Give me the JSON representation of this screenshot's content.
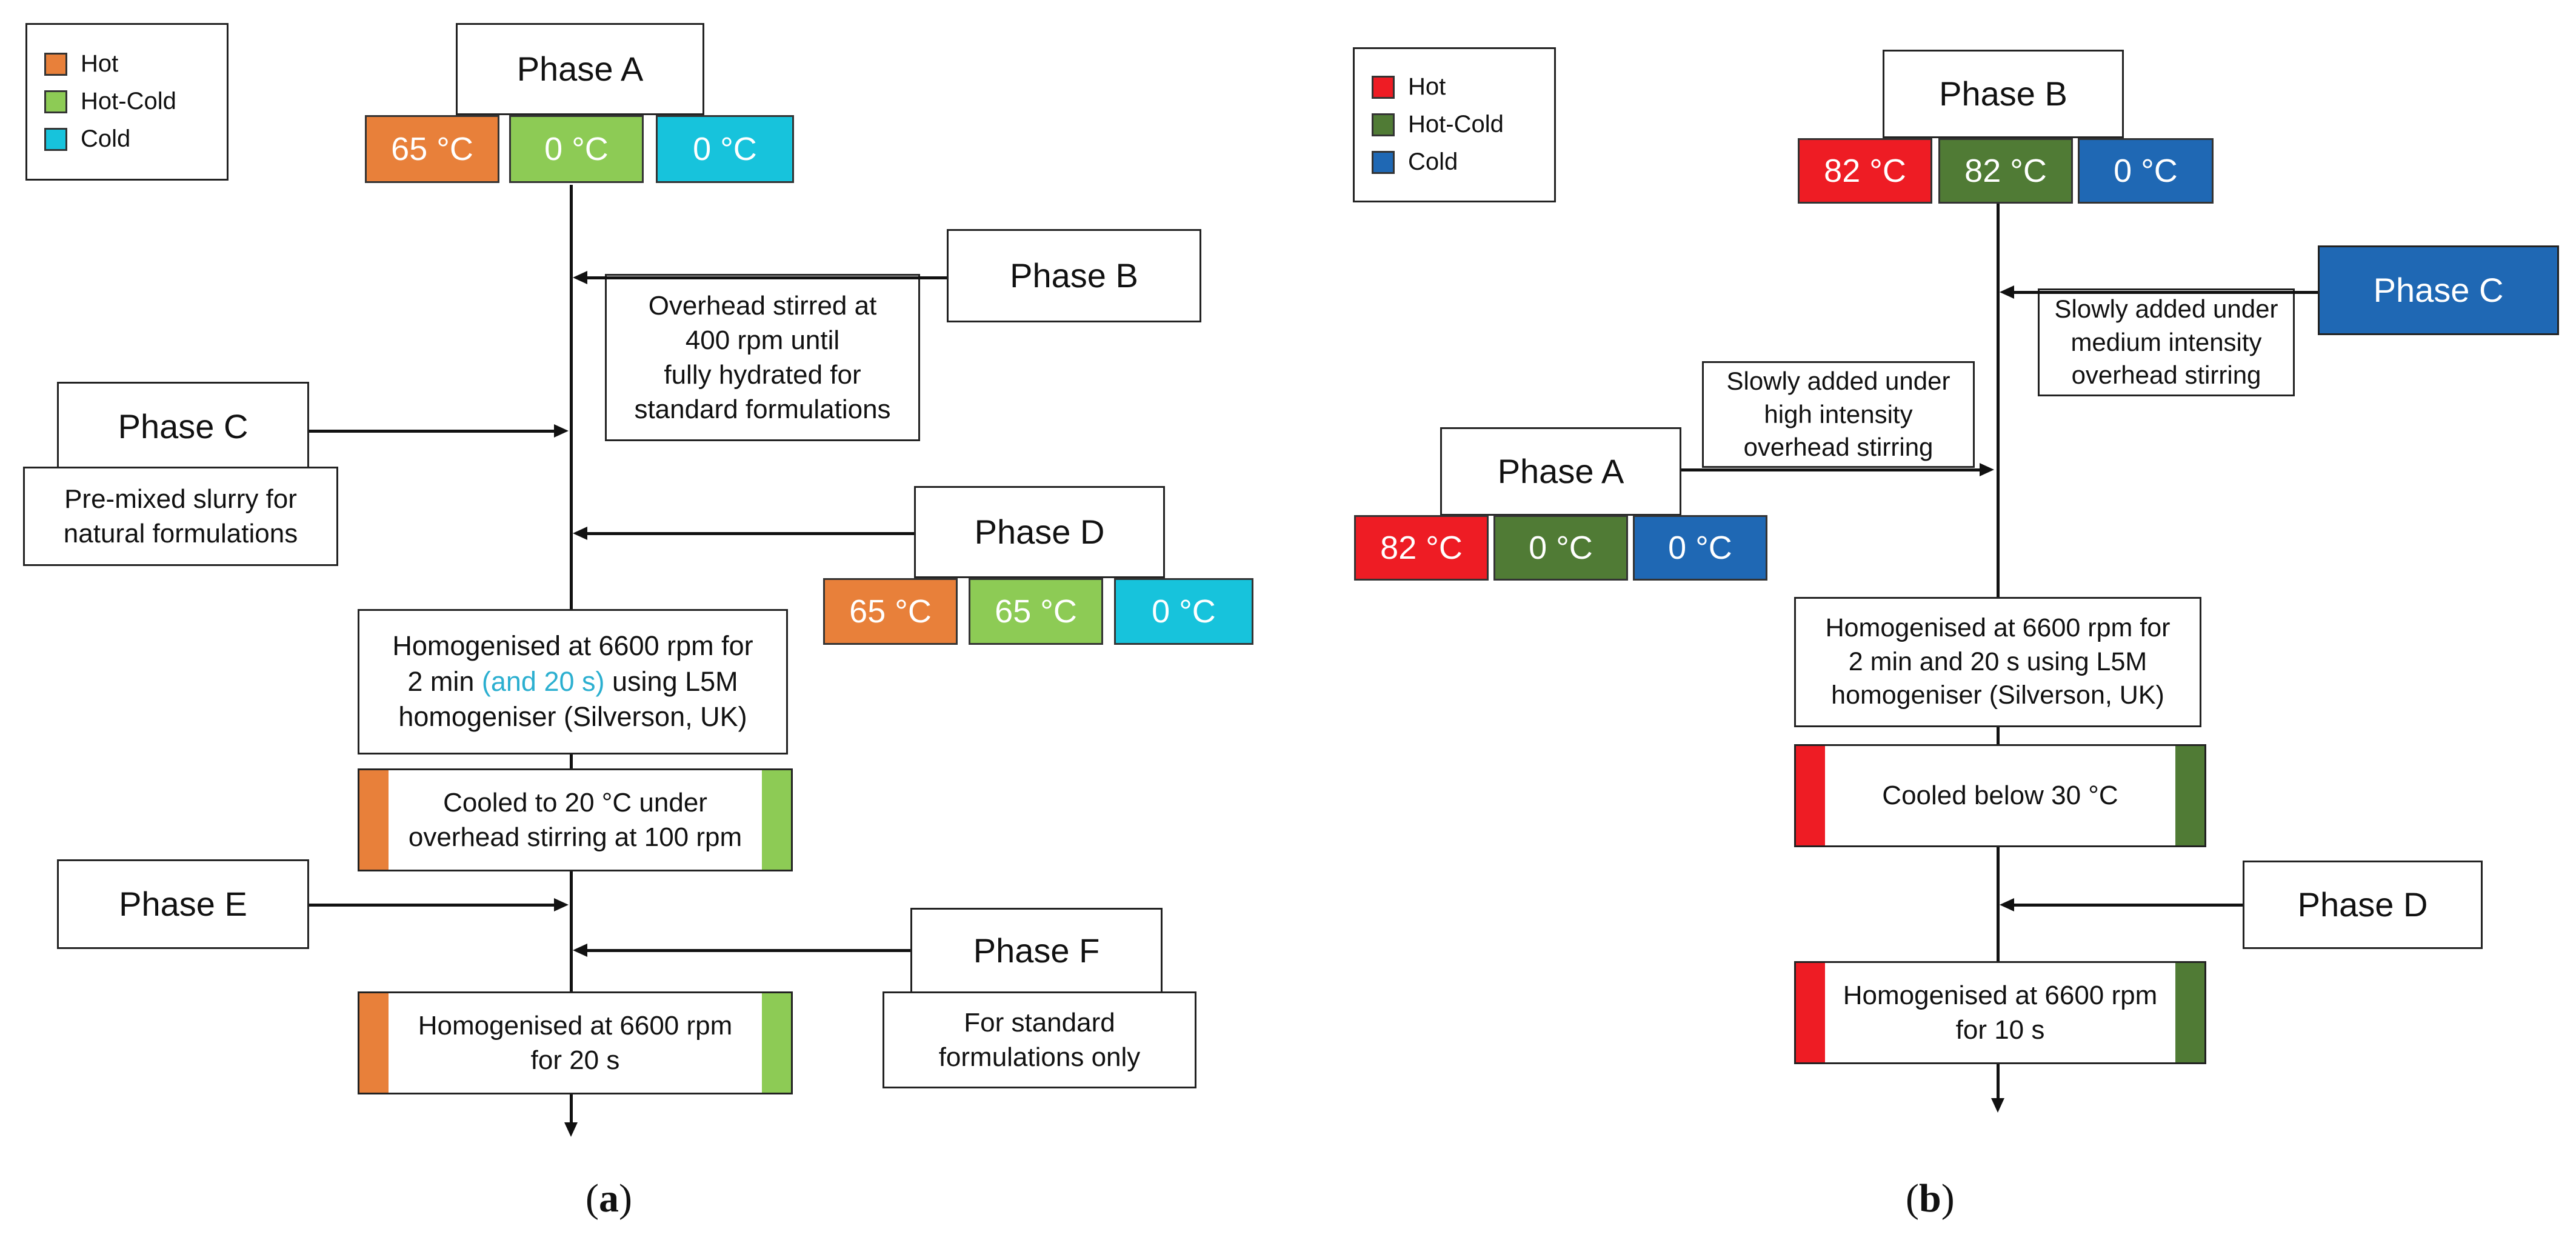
{
  "colors": {
    "a_hot": "#E8803A",
    "a_hotcold": "#8DCB55",
    "a_cold": "#17C3DC",
    "b_hot": "#EE1C24",
    "b_hotcold": "#507B35",
    "b_cold": "#1F68B4",
    "highlight": "#2BAFD0"
  },
  "a": {
    "legend": [
      "Hot",
      "Hot-Cold",
      "Cold"
    ],
    "phase_a": {
      "label": "Phase A",
      "temps": [
        "65 °C",
        "0 °C",
        "0 °C"
      ]
    },
    "phase_b": {
      "label": "Phase B",
      "note": [
        "Overhead stirred at",
        "400 rpm until",
        "fully hydrated for",
        "standard formulations"
      ]
    },
    "phase_c": {
      "label": "Phase C",
      "note": [
        "Pre-mixed slurry for",
        "natural formulations"
      ]
    },
    "phase_d": {
      "label": "Phase D",
      "temps": [
        "65 °C",
        "65 °C",
        "0 °C"
      ]
    },
    "homogenise1": {
      "line1": "Homogenised at 6600 rpm for",
      "line2_pre": "2 min ",
      "line2_highlight": "(and 20 s)",
      "line2_post": " using L5M",
      "line3": "homogeniser (Silverson, UK)"
    },
    "cooled": [
      "Cooled to 20 °C under",
      "overhead stirring at 100 rpm"
    ],
    "phase_e": {
      "label": "Phase E"
    },
    "phase_f": {
      "label": "Phase F",
      "note": [
        "For standard",
        "formulations only"
      ]
    },
    "homogenise2": [
      "Homogenised at 6600 rpm",
      "for 20 s"
    ],
    "caption": {
      "open": "(",
      "letter": "a",
      "close": ")"
    }
  },
  "b": {
    "legend": [
      "Hot",
      "Hot-Cold",
      "Cold"
    ],
    "phase_b": {
      "label": "Phase B",
      "temps": [
        "82 °C",
        "82 °C",
        "0 °C"
      ]
    },
    "phase_c": {
      "label": "Phase C",
      "note": [
        "Slowly added under",
        "medium intensity",
        "overhead stirring"
      ]
    },
    "phase_a": {
      "label": "Phase A",
      "temps": [
        "82 °C",
        "0 °C",
        "0 °C"
      ],
      "note": [
        "Slowly added under",
        "high intensity",
        "overhead stirring"
      ]
    },
    "homogenise1": [
      "Homogenised at 6600 rpm for",
      "2 min and 20 s using L5M",
      "homogeniser (Silverson, UK)"
    ],
    "cooled": "Cooled below 30 °C",
    "phase_d": {
      "label": "Phase D"
    },
    "homogenise2": [
      "Homogenised at 6600 rpm",
      "for 10 s"
    ],
    "caption": {
      "open": "(",
      "letter": "b",
      "close": ")"
    }
  }
}
